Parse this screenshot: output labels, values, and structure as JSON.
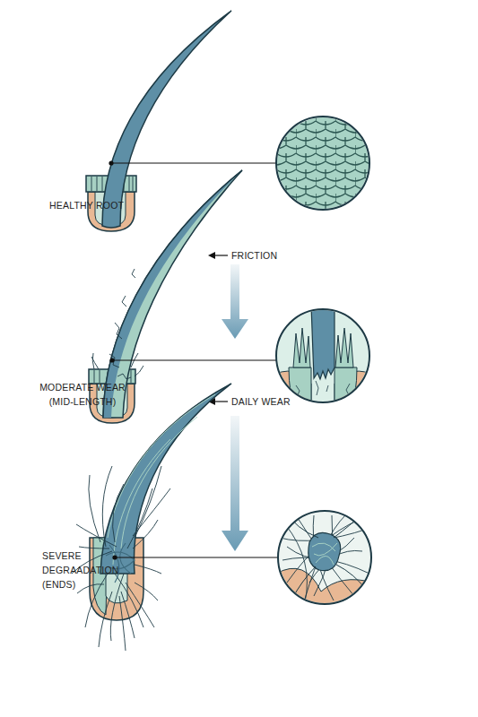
{
  "diagram": {
    "labels": [
      "HEALTHY ROOT",
      "FRICTION",
      "MODERATE WEAR (MID-LENGTH)",
      "DAILY WEAR",
      "SEVERE DEGRAADATION (ENDS)"
    ]
  }
}
